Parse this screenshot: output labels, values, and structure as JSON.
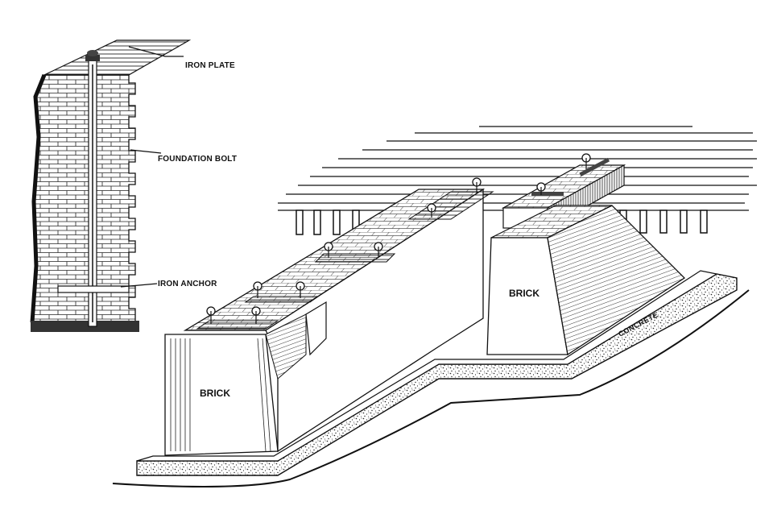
{
  "labels": {
    "iron_plate": "IRON PLATE",
    "foundation_bolt": "FOUNDATION BOLT",
    "iron_anchor": "IRON ANCHOR",
    "brick_front": "BRICK",
    "brick_rear": "BRICK",
    "concrete": "CONCRETE"
  }
}
